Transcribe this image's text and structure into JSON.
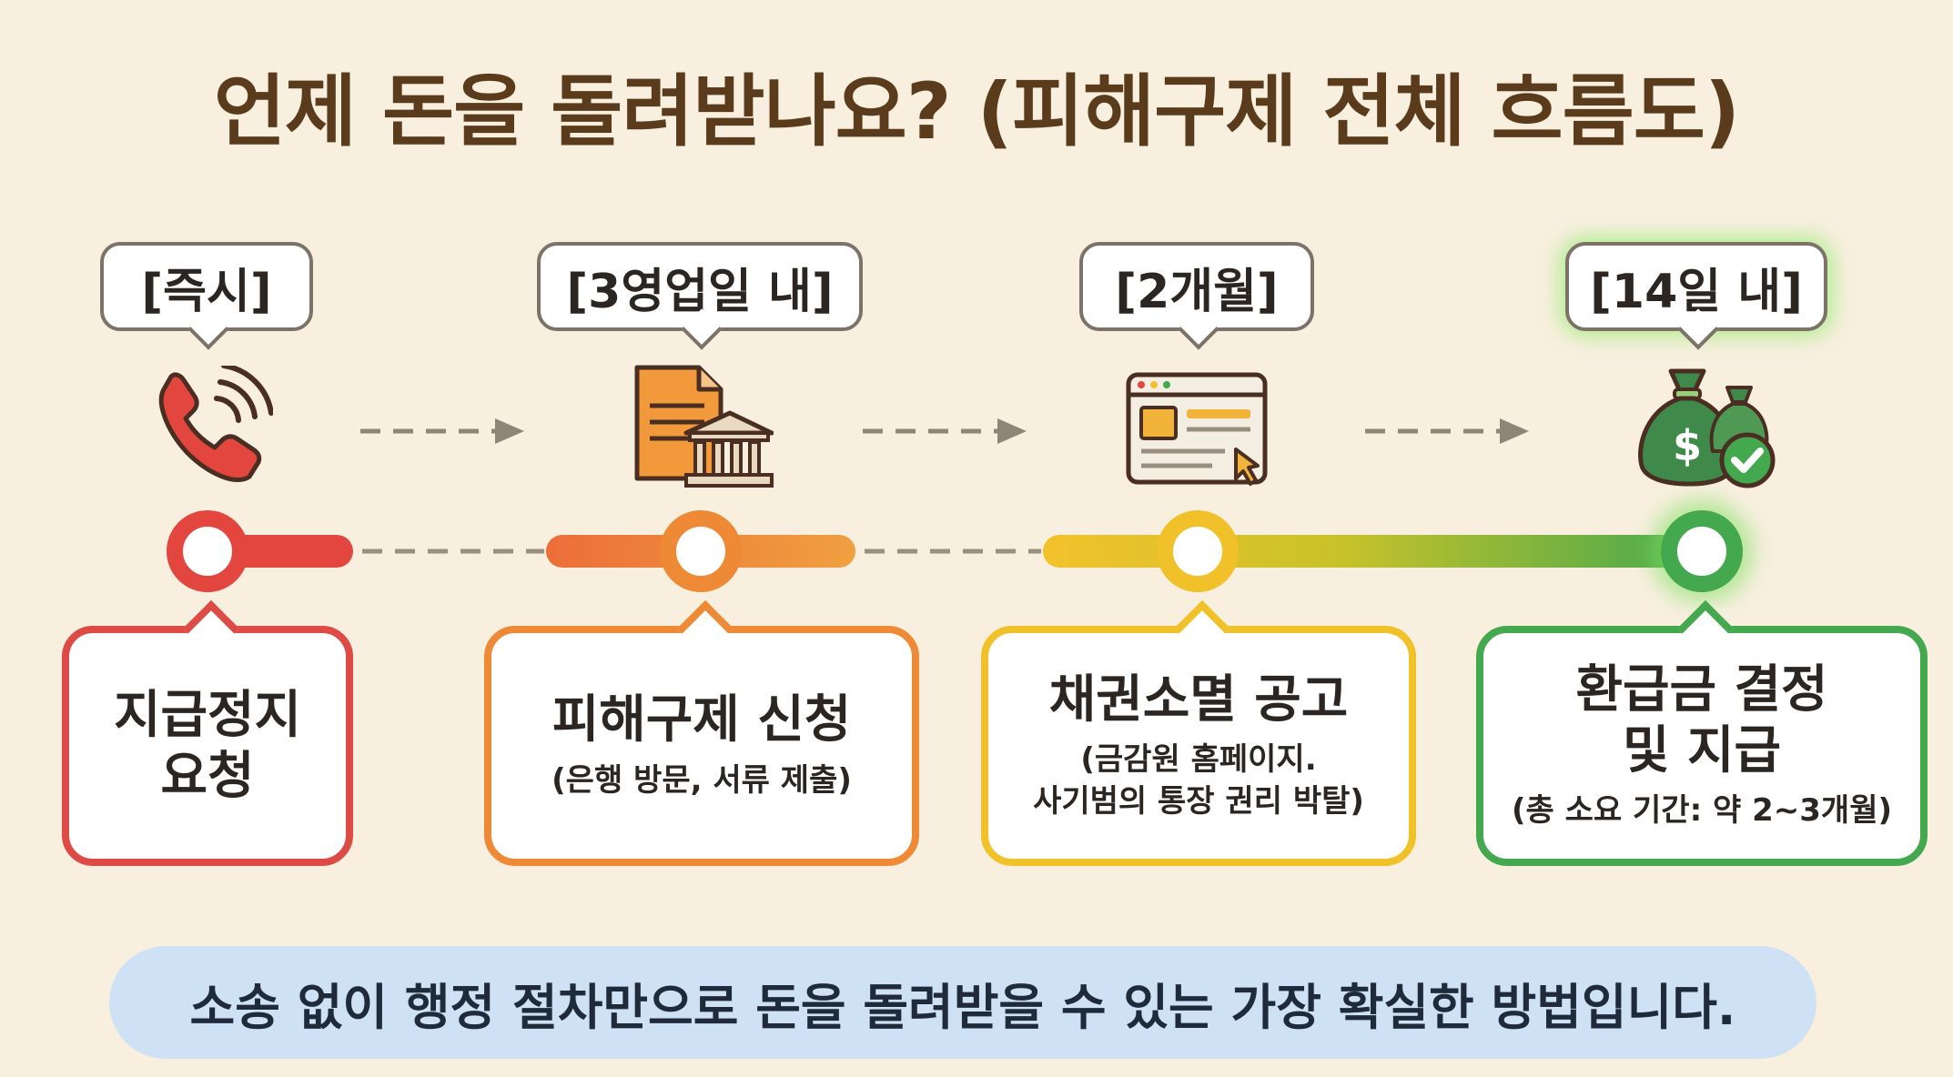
{
  "title": "언제 돈을 돌려받나요? (피해구제 전체 흐름도)",
  "steps": [
    {
      "timing": "[즉시]",
      "title": "지급정지\n요청",
      "subtitle": "",
      "icon": "phone-icon",
      "color": "#de4a46"
    },
    {
      "timing": "[3영업일 내]",
      "title": "피해구제 신청",
      "subtitle": "(은행 방문, 서류 제출)",
      "icon": "document-bank-icon",
      "color": "#ee8a36"
    },
    {
      "timing": "[2개월]",
      "title": "채권소멸 공고",
      "subtitle": "(금감원 홈페이지.\n사기범의 통장 권리 박탈)",
      "icon": "browser-window-icon",
      "color": "#f1c12a"
    },
    {
      "timing": "[14일 내]",
      "title": "환급금 결정\n및 지급",
      "subtitle": "(총 소요 기간: 약 2~3개월)",
      "icon": "money-bags-icon",
      "color": "#43a84e"
    }
  ],
  "footer": "소송 없이 행정 절차만으로 돈을 돌려받을 수 있는 가장 확실한 방법입니다."
}
